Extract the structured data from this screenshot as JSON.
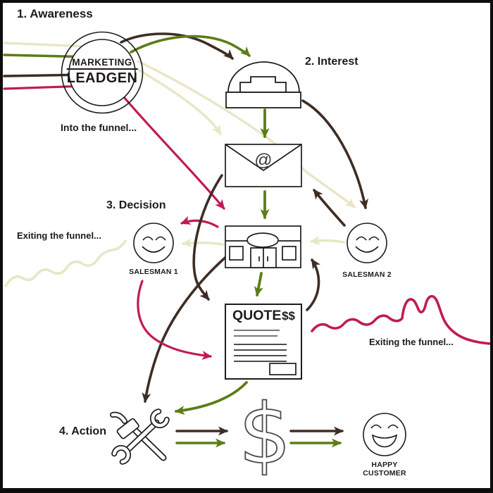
{
  "colors": {
    "brown": "#3e2d25",
    "green": "#5c7d17",
    "cream": "#e8e6c6",
    "crimson": "#c11a52",
    "ink": "#1d1c1a",
    "muted_ink": "#3a3a3a"
  },
  "stages": {
    "awareness": "1. Awareness",
    "interest": "2. Interest",
    "decision": "3. Decision",
    "action": "4. Action"
  },
  "hub": {
    "top": "MARKETING",
    "bottom": "LEADGEN"
  },
  "annotations": {
    "into_funnel": "Into the funnel...",
    "exiting_left": "Exiting the funnel...",
    "exiting_right": "Exiting the funnel..."
  },
  "people": {
    "salesman1": "SALESMAN 1",
    "salesman2": "SALESMAN 2",
    "happy_customer_line1": "HAPPY",
    "happy_customer_line2": "CUSTOMER"
  },
  "quote": {
    "title": "QUOTE",
    "amount": "$$"
  },
  "symbols": {
    "at": "@",
    "dollar": "$"
  },
  "icons": {
    "hub": "marketing-leadgen-circle",
    "phone": "telephone-icon",
    "email": "email-envelope-icon",
    "shop": "storefront-icon",
    "quote_doc": "quote-document-icon",
    "tools": "crossed-tools-icon",
    "dollar": "dollar-sign-icon",
    "salesman1": "smiley-face-icon",
    "salesman2": "smiley-face-icon",
    "happy_customer": "big-smile-face-icon"
  }
}
